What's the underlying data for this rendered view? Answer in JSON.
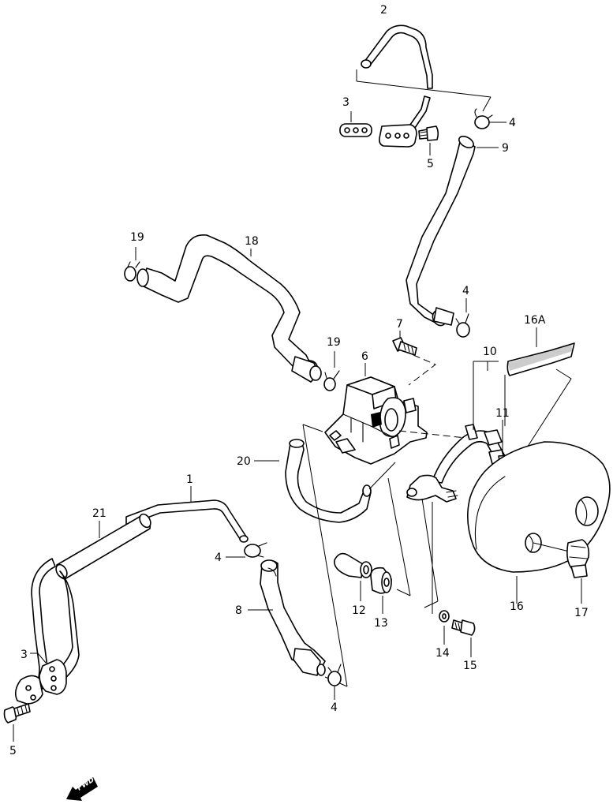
{
  "callouts": {
    "c1": "1",
    "c2": "2",
    "c3a": "3",
    "c3b": "3",
    "c4a": "4",
    "c4b": "4",
    "c4c": "4",
    "c4d": "4",
    "c5a": "5",
    "c5b": "5",
    "c6": "6",
    "c7": "7",
    "c8": "8",
    "c9": "9",
    "c10": "10",
    "c11": "11",
    "c12": "12",
    "c13": "13",
    "c14": "14",
    "c15": "15",
    "c16": "16",
    "c16a": "16A",
    "c17": "17",
    "c18": "18",
    "c19a": "19",
    "c19b": "19",
    "c20": "20",
    "c21": "21"
  },
  "fwd_label": "FWD",
  "icons": {
    "fwd": "forward-arrow-icon"
  }
}
